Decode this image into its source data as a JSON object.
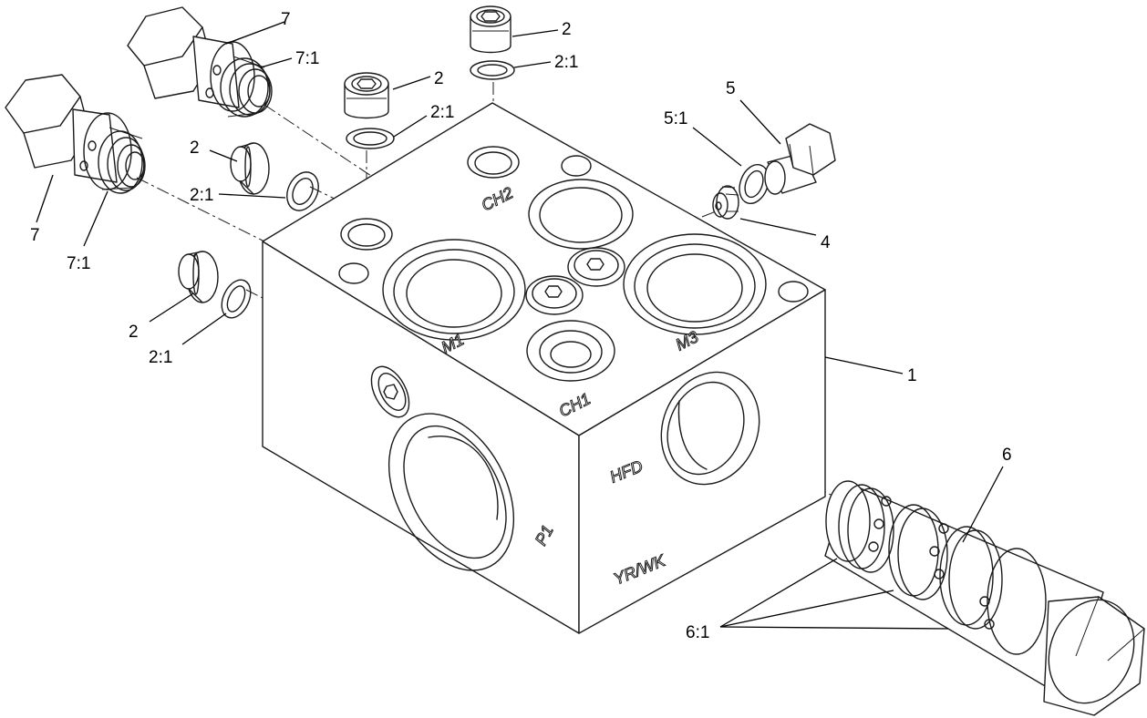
{
  "diagram": {
    "callouts": {
      "c1": "1",
      "c2a": "2",
      "c2b": "2",
      "c2c": "2",
      "c2d": "2",
      "c2_1a": "2:1",
      "c2_1b": "2:1",
      "c2_1c": "2:1",
      "c2_1d": "2:1",
      "c4": "4",
      "c5": "5",
      "c5_1": "5:1",
      "c6": "6",
      "c6_1": "6:1",
      "c7a": "7",
      "c7b": "7",
      "c7_1a": "7:1",
      "c7_1b": "7:1"
    },
    "engravings": {
      "ch2": "CH2",
      "m1": "M1",
      "m3": "M3",
      "ch1": "CH1",
      "p1": "P1",
      "hfd": "HFD",
      "yrwk": "YR/WK"
    }
  }
}
